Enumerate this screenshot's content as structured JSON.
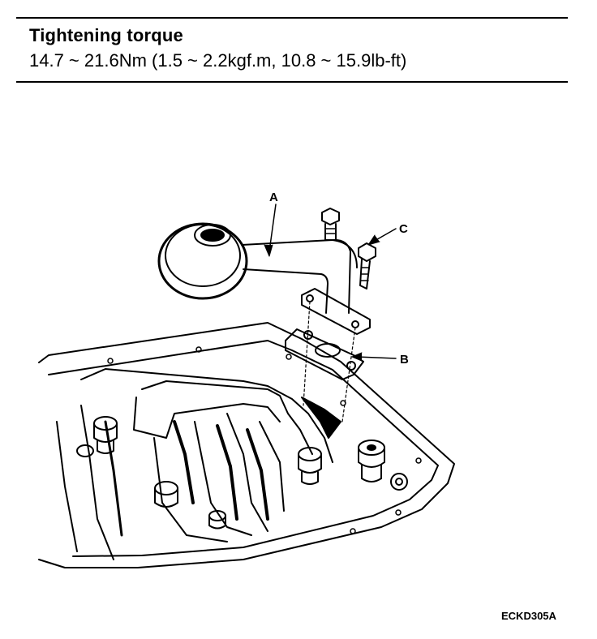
{
  "spec": {
    "title": "Tightening torque",
    "value": "14.7 ~ 21.6Nm (1.5 ~ 2.2kgf.m, 10.8 ~ 15.9lb-ft)"
  },
  "callouts": {
    "a": "A",
    "b": "B",
    "c": "C"
  },
  "figure_code": "ECKD305A"
}
